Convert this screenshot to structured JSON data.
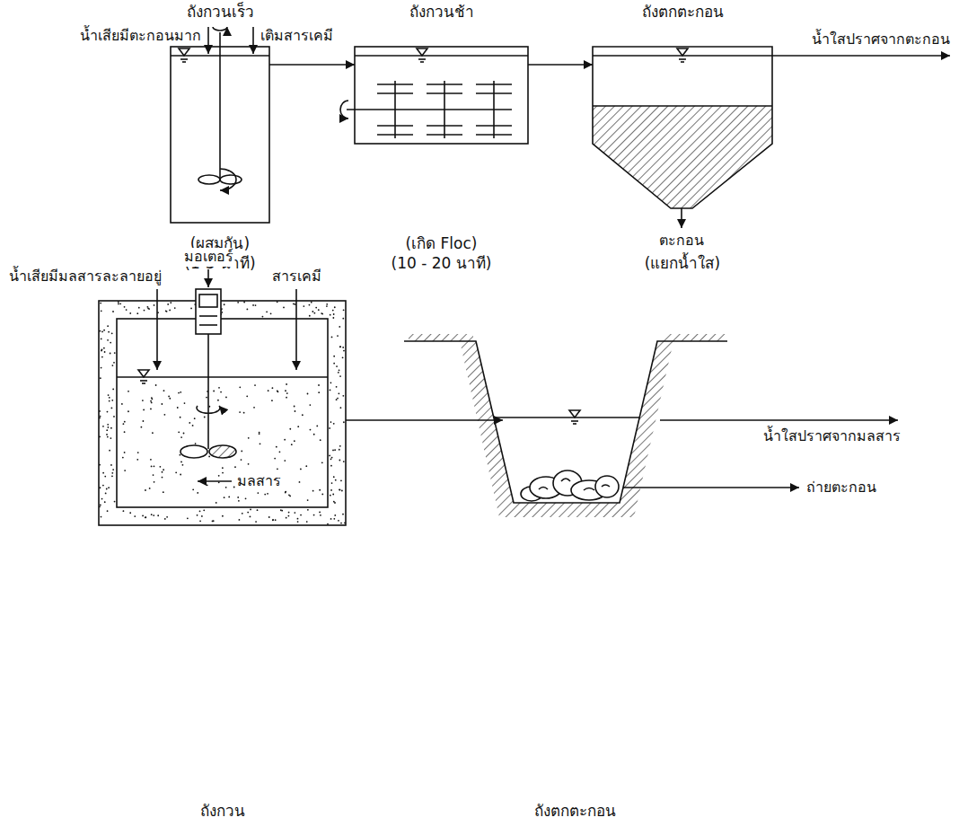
{
  "diagram": {
    "nodes": [
      {
        "text": [
          "ถังกวนเร็ว",
          "(ผสมกัน)",
          "(1-3 นาที)"
        ]
      },
      {
        "text": [
          "ถังกวนช้า",
          "(เกิด Floc)",
          "(10 - 20 นาที)"
        ]
      },
      {
        "text": [
          "ถังตกตะกอน",
          "(แยกน้ำใส)"
        ]
      },
      {
        "text": [
          "ถังกวน"
        ]
      },
      {
        "text": [
          "ถังตกตะกอน"
        ]
      }
    ],
    "edges": [
      {
        "from": 0,
        "to": 1,
        "arrow": "to"
      },
      {
        "from": 1,
        "to": 2,
        "arrow": "to"
      },
      {
        "from": 3,
        "to": 4,
        "arrow": "to"
      }
    ],
    "labels": [
      "น้ำเสียมีตะกอนมาก",
      "เติมสารเคมี",
      "น้ำใสปราศจากตะกอน",
      "ตะกอน",
      "มอเตอร์",
      "น้ำเสียมีมลสารละลายอยู่",
      "สารเคมี",
      "มลสาร",
      "น้ำใสปราศจากมลสาร",
      "ถ่ายตะกอน"
    ]
  }
}
